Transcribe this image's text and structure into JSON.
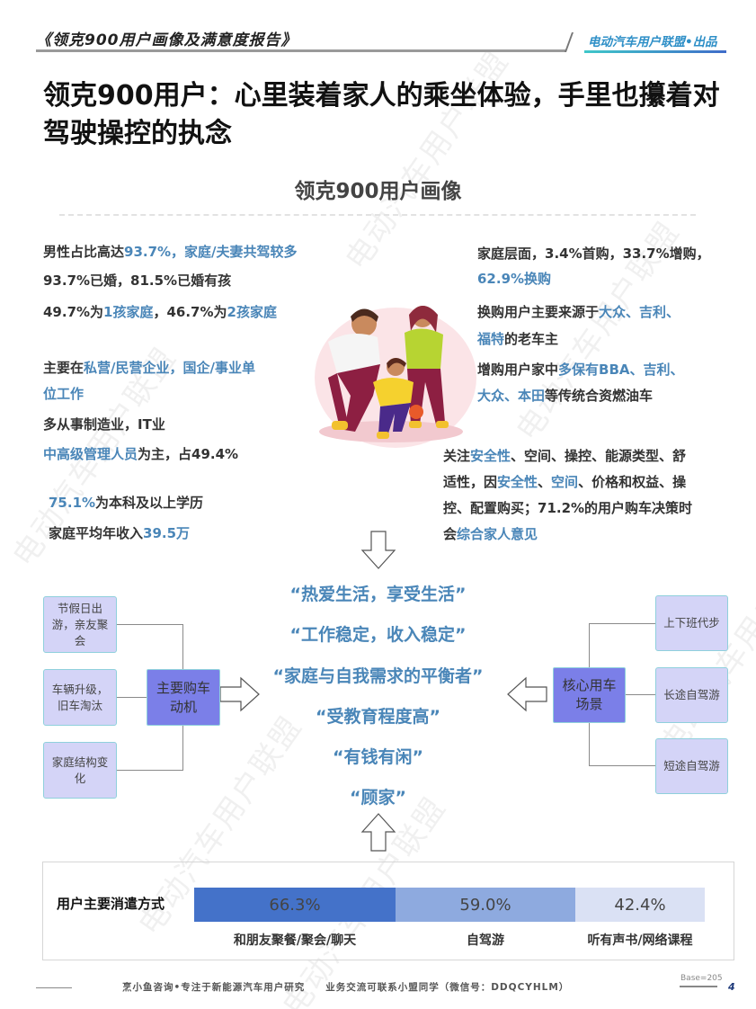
{
  "header": {
    "report_title": "《领克900用户画像及满意度报告》",
    "brand": "电动汽车用户联盟•出品"
  },
  "main_title": "领克900用户：心里装着家人的乘坐体验，手里也攥着对驾驶操控的执念",
  "section_title": "领克900用户画像",
  "left_stats": {
    "s1": {
      "a": "男性占比高达",
      "b": "93.7%，家庭/夫妻共驾较多"
    },
    "s2": "93.7%已婚，81.5%已婚有孩",
    "s3": {
      "a": "49.7%为",
      "b": "1孩家庭",
      "c": "，46.7%为",
      "d": "2孩家庭"
    },
    "s4": {
      "a": "主要在",
      "b": "私营/民营企业，国企/事业单",
      "c": "位工作"
    },
    "s5": "多从事制造业，IT业",
    "s6": {
      "a": "中高级管理人员",
      "b": "为主，占49.4%"
    },
    "s7": {
      "a": "75.1%",
      "b": "为本科及以上学历"
    },
    "s8": {
      "a": "家庭平均年收入",
      "b": "39.5万"
    }
  },
  "right_stats": {
    "r1": {
      "a": "家庭层面，3.4%首购，33.7%增购，",
      "b": "62.9%换购"
    },
    "r2": {
      "a": "换购用户主要来源于",
      "b": "大众、吉利、",
      "c": "福特",
      "d": "的老车主"
    },
    "r3": {
      "a": "增购用户家中",
      "b": "多保有BBA、吉利、",
      "c": "大众、本田",
      "d": "等传统合资燃油车"
    },
    "r4": {
      "l1a": "关注",
      "l1b": "安全性",
      "l1c": "、空间、操控、能源类型、舒",
      "l2a": "适性，因",
      "l2b": "安全性",
      "l2c": "、",
      "l2d": "空间",
      "l2e": "、价格和权益、操",
      "l3": "控、配置购买；71.2%的用户购车决策时",
      "l4a": "会",
      "l4b": "综合家人意见"
    }
  },
  "quotes": [
    "“热爱生活，享受生活”",
    "“工作稳定，收入稳定”",
    "“家庭与自我需求的平衡者”",
    "“受教育程度高”",
    "“有钱有闲”",
    "“顾家”"
  ],
  "motivation": {
    "hub": "主要购车动机",
    "leaves": [
      "节假日出游，亲友聚会",
      "车辆升级，旧车淘汰",
      "家庭结构变化"
    ]
  },
  "scenario": {
    "hub": "核心用车场景",
    "leaves": [
      "上下班代步",
      "长途自驾游",
      "短途自驾游"
    ]
  },
  "chart_data": {
    "type": "bar",
    "title": "用户主要消遣方式",
    "categories": [
      "和朋友聚餐/聚会/聊天",
      "自驾游",
      "听有声书/网络课程"
    ],
    "values": [
      66.3,
      59.0,
      42.4
    ],
    "value_labels": [
      "66.3%",
      "59.0%",
      "42.4%"
    ],
    "colors": [
      "#4472c9",
      "#8eaadf",
      "#dae1f4"
    ],
    "orientation": "horizontal-stacked-segments",
    "xlabel": "",
    "ylabel": ""
  },
  "footer": {
    "text": "烹小鱼咨询•专注于新能源汽车用户研究　　业务交流可联系小盟同学（微信号：DDQCYHLM）",
    "base": "Base=205",
    "page": "4"
  },
  "watermark": "电动汽车用户联盟"
}
